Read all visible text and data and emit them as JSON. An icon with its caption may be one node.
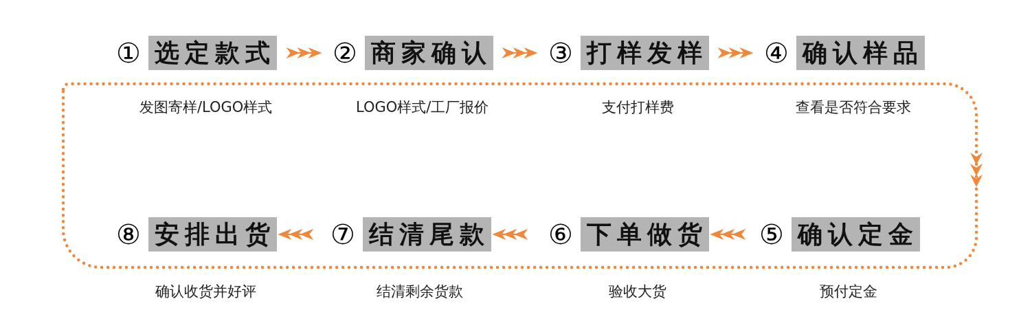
{
  "diagram": {
    "nodes": [
      {
        "text": [
          "选定款式"
        ],
        "beside": [
          "①",
          "发图寄样/LOGO样式"
        ]
      },
      {
        "text": [
          "商家确认"
        ],
        "beside": [
          "②",
          "LOGO样式/工厂报价"
        ]
      },
      {
        "text": [
          "打样发样"
        ],
        "beside": [
          "③",
          "支付打样费"
        ]
      },
      {
        "text": [
          "确认样品"
        ],
        "beside": [
          "④",
          "查看是否符合要求"
        ]
      },
      {
        "text": [
          "确认定金"
        ],
        "beside": [
          "⑤",
          "预付定金"
        ]
      },
      {
        "text": [
          "下单做货"
        ],
        "beside": [
          "⑥",
          "验收大货"
        ]
      },
      {
        "text": [
          "结清尾款"
        ],
        "beside": [
          "⑦",
          "结清剩余货款"
        ]
      },
      {
        "text": [
          "安排出货"
        ],
        "beside": [
          "⑧",
          "确认收货并好评"
        ]
      }
    ],
    "edges": [
      {
        "from": 0,
        "to": 1,
        "arrow": "to"
      },
      {
        "from": 1,
        "to": 2,
        "arrow": "to"
      },
      {
        "from": 2,
        "to": 3,
        "arrow": "to"
      },
      {
        "from": 4,
        "to": 5,
        "arrow": "to"
      },
      {
        "from": 5,
        "to": 6,
        "arrow": "to"
      },
      {
        "from": 6,
        "to": 7,
        "arrow": "to"
      }
    ]
  }
}
